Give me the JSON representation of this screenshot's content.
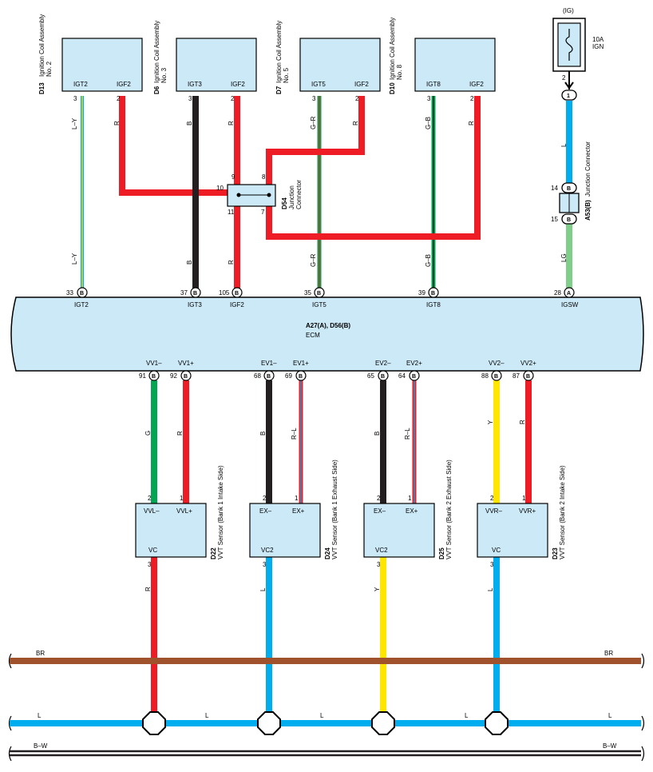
{
  "colors": {
    "red": "#ee1c24",
    "black": "#231f20",
    "green": "#00a651",
    "blue": "#00aeef",
    "yellow": "#ffe600",
    "light_green": "#7fcf8a",
    "brown": "#a0522d",
    "box_fill": "#cce9f7"
  },
  "fuse": {
    "source": "(IG)",
    "rating": "10A",
    "name": "IGN",
    "pin": "2",
    "connector_pin": "1"
  },
  "ignition_coils": [
    {
      "code": "D13",
      "name": "Ignition Coil Assembly",
      "number": "No. 2",
      "pin_left_label": "IGT2",
      "pin_right_label": "IGF2",
      "pin_left_no": "3",
      "pin_right_no": "2",
      "left_wire": "L–Y",
      "right_wire": "R"
    },
    {
      "code": "D6",
      "name": "Ignition Coil Assembly",
      "number": "No. 3",
      "pin_left_label": "IGT3",
      "pin_right_label": "IGF2",
      "pin_left_no": "3",
      "pin_right_no": "2",
      "left_wire": "B",
      "right_wire": "R"
    },
    {
      "code": "D7",
      "name": "Ignition Coil Assembly",
      "number": "No. 5",
      "pin_left_label": "IGT5",
      "pin_right_label": "IGF2",
      "pin_left_no": "3",
      "pin_right_no": "2",
      "left_wire": "G–R",
      "right_wire": "R"
    },
    {
      "code": "D10",
      "name": "Ignition Coil Assembly",
      "number": "No. 8",
      "pin_left_label": "IGT8",
      "pin_right_label": "IGF2",
      "pin_left_no": "3",
      "pin_right_no": "2",
      "left_wire": "G–B",
      "right_wire": "R"
    }
  ],
  "junction_d54": {
    "code": "D54",
    "name1": "Junction",
    "name2": "Connector",
    "pins": [
      "9",
      "8",
      "10",
      "11",
      "7"
    ]
  },
  "junction_a53": {
    "code": "A53(B)",
    "name": "Junction Connector",
    "pin_top": "14",
    "pin_bottom": "15",
    "pin_letter": "B",
    "wire_top": "L",
    "wire_bottom": "LG"
  },
  "ecm": {
    "code": "A27(A), D56(B)",
    "name": "ECM",
    "top_pins": [
      {
        "no": "33",
        "letter": "B",
        "label": "IGT2",
        "wire": "L–Y"
      },
      {
        "no": "37",
        "letter": "B",
        "label": "IGT3",
        "wire": "B"
      },
      {
        "no": "105",
        "letter": "B",
        "label": "IGF2",
        "wire": "R"
      },
      {
        "no": "35",
        "letter": "B",
        "label": "IGT5",
        "wire": "G–R"
      },
      {
        "no": "39",
        "letter": "B",
        "label": "IGT8",
        "wire": "G–B"
      },
      {
        "no": "28",
        "letter": "A",
        "label": "IGSW",
        "wire": "LG"
      }
    ],
    "bottom_pins": [
      {
        "no": "91",
        "letter": "B",
        "label": "VV1–"
      },
      {
        "no": "92",
        "letter": "B",
        "label": "VV1+"
      },
      {
        "no": "68",
        "letter": "B",
        "label": "EV1–"
      },
      {
        "no": "69",
        "letter": "B",
        "label": "EV1+"
      },
      {
        "no": "65",
        "letter": "B",
        "label": "EV2–"
      },
      {
        "no": "64",
        "letter": "B",
        "label": "EV2+"
      },
      {
        "no": "88",
        "letter": "B",
        "label": "VV2–"
      },
      {
        "no": "87",
        "letter": "B",
        "label": "VV2+"
      }
    ]
  },
  "vvt_sensors": [
    {
      "code": "D22",
      "name": "VVT Sensor (Bank 1 Intake Side)",
      "pin_minus": "VVL–",
      "pin_plus": "VVL+",
      "vc": "VC",
      "no_minus": "2",
      "no_plus": "1",
      "no_vc": "3",
      "wire_minus": "G",
      "wire_plus": "R",
      "wire_vc": "R"
    },
    {
      "code": "D24",
      "name": "VVT Sensor (Bank 1 Exhaust Side)",
      "pin_minus": "EX–",
      "pin_plus": "EX+",
      "vc": "VC2",
      "no_minus": "2",
      "no_plus": "1",
      "no_vc": "3",
      "wire_minus": "B",
      "wire_plus": "R–L",
      "wire_vc": "L"
    },
    {
      "code": "D25",
      "name": "VVT Sensor (Bank 2 Exhaust Side)",
      "pin_minus": "EX–",
      "pin_plus": "EX+",
      "vc": "VC2",
      "no_minus": "2",
      "no_plus": "1",
      "no_vc": "3",
      "wire_minus": "B",
      "wire_plus": "R–L",
      "wire_vc": "Y"
    },
    {
      "code": "D23",
      "name": "VVT Sensor (Bank 2 Intake Side)",
      "pin_minus": "VVR–",
      "pin_plus": "VVR+",
      "vc": "VC",
      "no_minus": "2",
      "no_plus": "1",
      "no_vc": "3",
      "wire_minus": "Y",
      "wire_plus": "R",
      "wire_vc": "L"
    }
  ],
  "bus": {
    "br": "BR",
    "l": "L",
    "bw": "B–W"
  }
}
